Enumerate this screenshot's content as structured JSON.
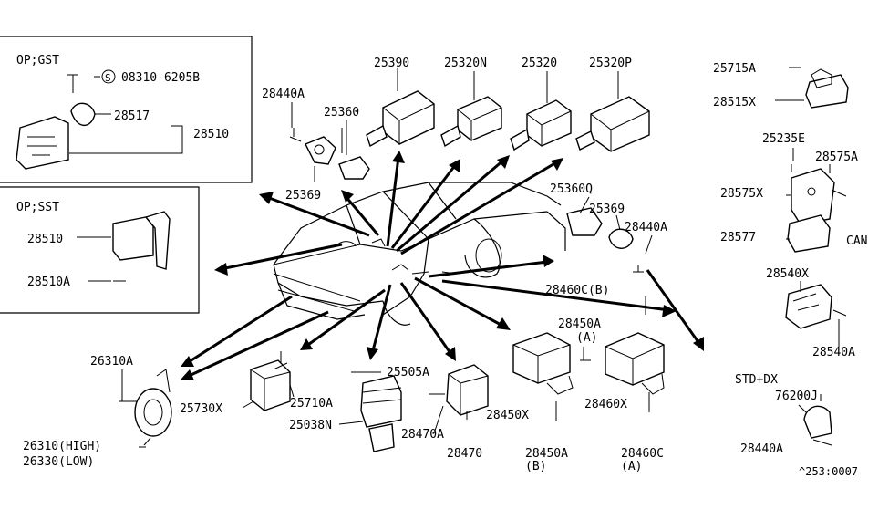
{
  "insets": {
    "op_gst": {
      "title": "OP;GST",
      "labels": [
        "08310-6205B",
        "28517",
        "28510"
      ]
    },
    "op_sst": {
      "title": "OP;SST",
      "labels": [
        "28510",
        "28510A"
      ]
    }
  },
  "labels": [
    {
      "id": "l-25390",
      "text": "25390"
    },
    {
      "id": "l-25320n",
      "text": "25320N"
    },
    {
      "id": "l-25320",
      "text": "25320"
    },
    {
      "id": "l-25320p",
      "text": "25320P"
    },
    {
      "id": "l-28440a-1",
      "text": "28440A"
    },
    {
      "id": "l-25360",
      "text": "25360"
    },
    {
      "id": "l-25369-1",
      "text": "25369"
    },
    {
      "id": "l-25360q",
      "text": "25360Q"
    },
    {
      "id": "l-25369-2",
      "text": "25369"
    },
    {
      "id": "l-28440a-2",
      "text": "28440A"
    },
    {
      "id": "l-28460c-b",
      "text": "28460C(B)"
    },
    {
      "id": "l-28450a-a",
      "text": "28450A"
    },
    {
      "id": "l-28450a-a-sub",
      "text": "(A)"
    },
    {
      "id": "l-28450x",
      "text": "28450X"
    },
    {
      "id": "l-28460x",
      "text": "28460X"
    },
    {
      "id": "l-28450a-b",
      "text": "28450A"
    },
    {
      "id": "l-28450a-b-sub",
      "text": "(B)"
    },
    {
      "id": "l-28460c-a",
      "text": "28460C"
    },
    {
      "id": "l-28460c-a-sub",
      "text": "(A)"
    },
    {
      "id": "l-26310a",
      "text": "26310A"
    },
    {
      "id": "l-26310",
      "text": "26310(HIGH)"
    },
    {
      "id": "l-26330",
      "text": "26330(LOW)"
    },
    {
      "id": "l-25730x",
      "text": "25730X"
    },
    {
      "id": "l-25710a",
      "text": "25710A"
    },
    {
      "id": "l-25505a",
      "text": "25505A"
    },
    {
      "id": "l-25038n",
      "text": "25038N"
    },
    {
      "id": "l-28470a",
      "text": "28470A"
    },
    {
      "id": "l-28470",
      "text": "28470"
    },
    {
      "id": "l-25715a",
      "text": "25715A"
    },
    {
      "id": "l-28515x",
      "text": "28515X"
    },
    {
      "id": "l-25235e",
      "text": "25235E"
    },
    {
      "id": "l-28575a",
      "text": "28575A"
    },
    {
      "id": "l-28575x",
      "text": "28575X"
    },
    {
      "id": "l-28577",
      "text": "28577"
    },
    {
      "id": "l-can",
      "text": "CAN"
    },
    {
      "id": "l-28540x",
      "text": "28540X"
    },
    {
      "id": "l-28540a",
      "text": "28540A"
    },
    {
      "id": "l-std-dx",
      "text": "STD+DX"
    },
    {
      "id": "l-76200j",
      "text": "76200J"
    },
    {
      "id": "l-28440a-3",
      "text": "28440A"
    },
    {
      "id": "l-diagram-code",
      "text": "^253:0007"
    }
  ]
}
